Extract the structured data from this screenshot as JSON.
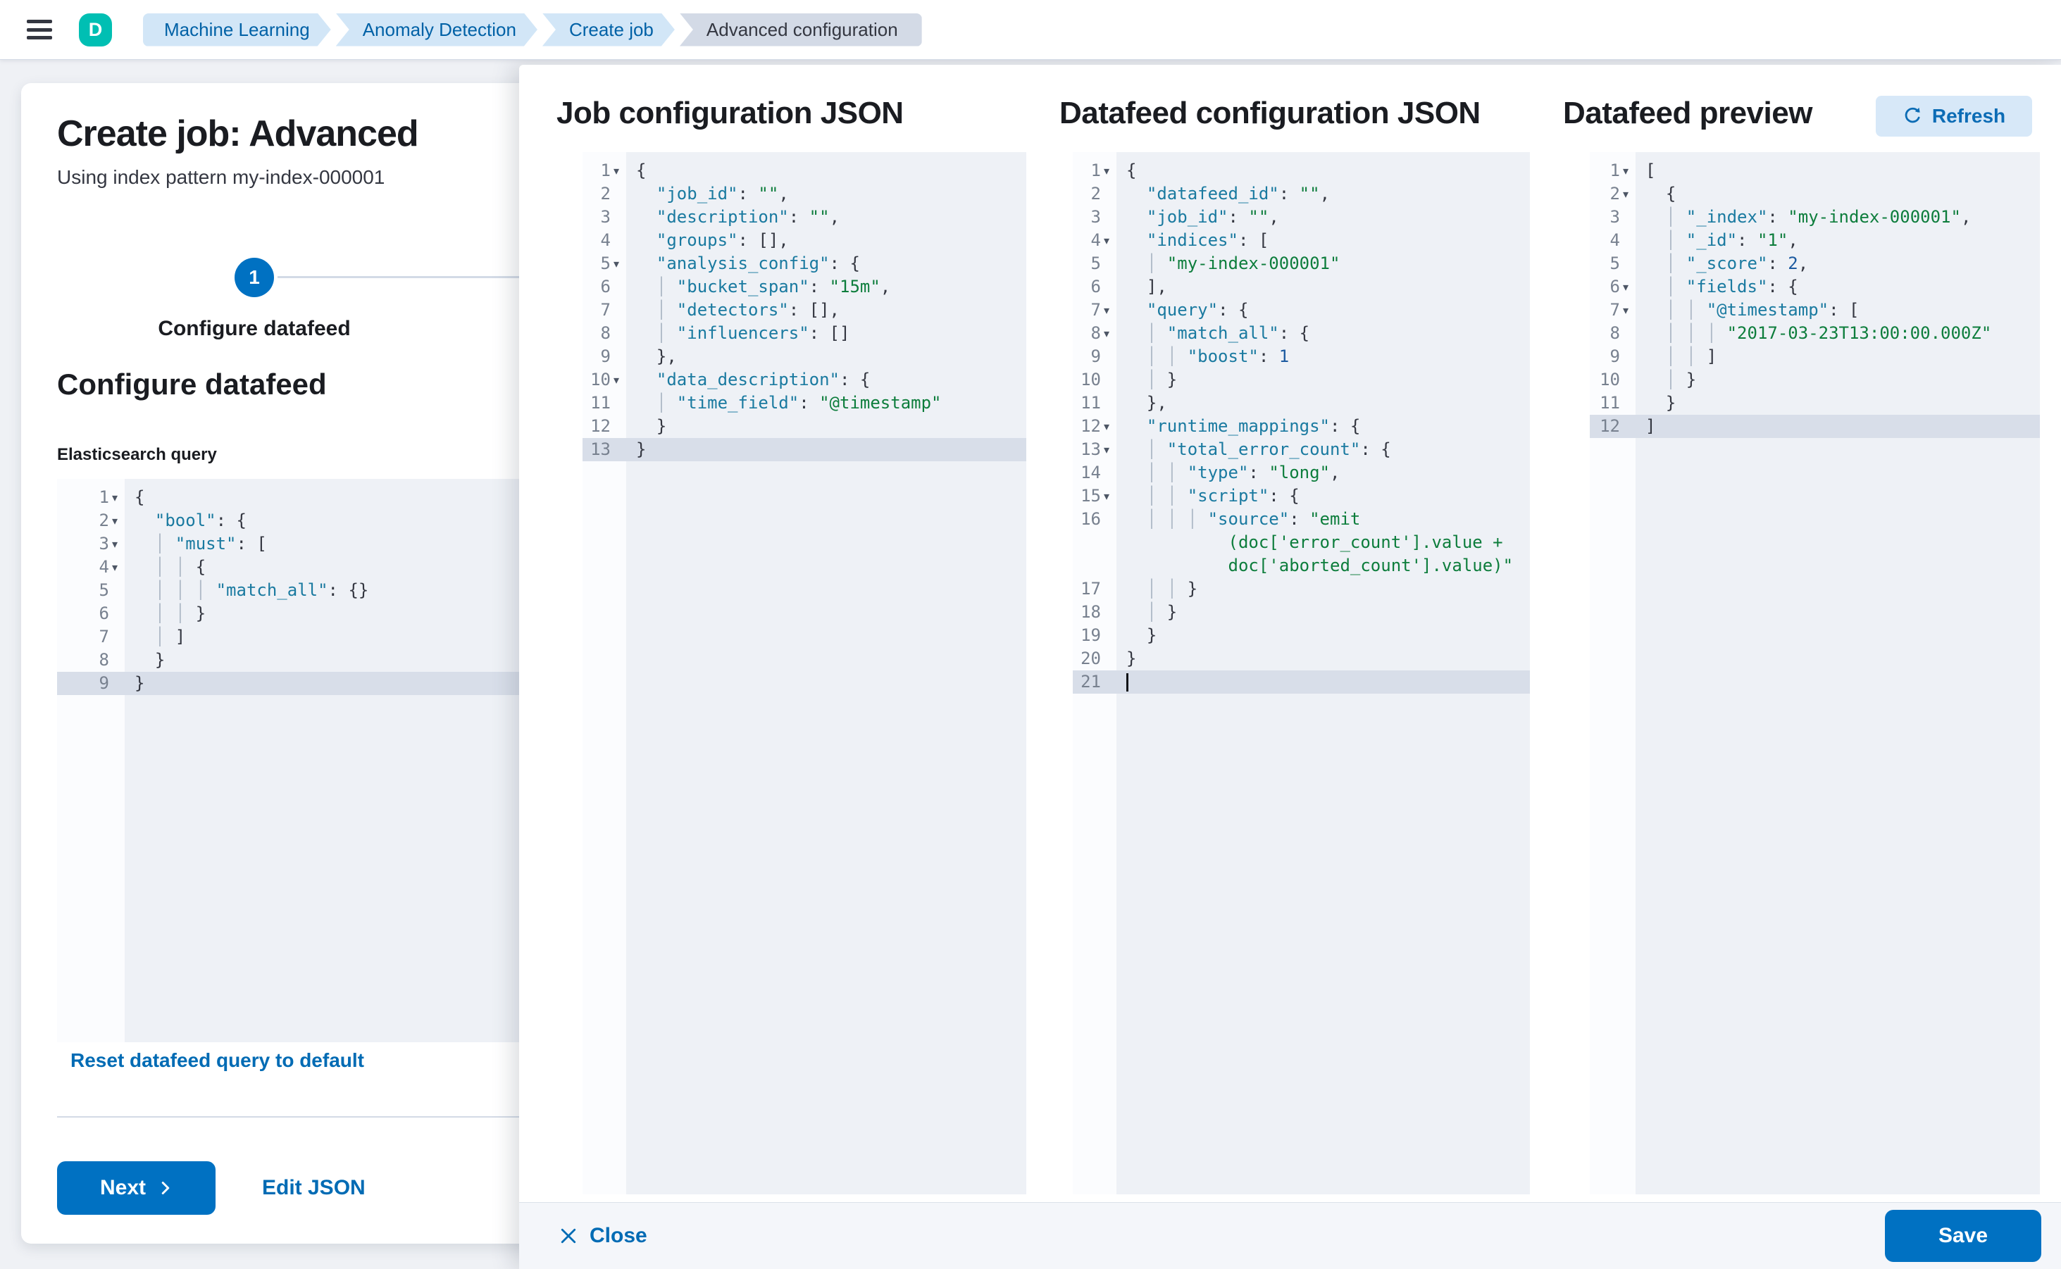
{
  "topbar": {
    "avatar_label": "D",
    "breadcrumbs": [
      {
        "label": "Machine Learning",
        "current": false
      },
      {
        "label": "Anomaly Detection",
        "current": false
      },
      {
        "label": "Create job",
        "current": false
      },
      {
        "label": "Advanced configuration",
        "current": true
      }
    ]
  },
  "wizard": {
    "title": "Create job: Advanced",
    "subtitle": "Using index pattern my-index-000001",
    "step_number": "1",
    "step_label": "Configure datafeed",
    "section_heading": "Configure datafeed",
    "query_label": "Elasticsearch query",
    "reset_link": "Reset datafeed query to default",
    "next_label": "Next",
    "edit_json_label": "Edit JSON"
  },
  "flyout": {
    "job_title": "Job configuration JSON",
    "datafeed_title": "Datafeed configuration JSON",
    "preview_title": "Datafeed preview",
    "refresh_label": "Refresh",
    "close_label": "Close",
    "save_label": "Save"
  },
  "icons": {
    "menu": "hamburger-icon",
    "refresh": "circular-arrow-icon",
    "next": "chevron-right-icon",
    "close": "x-icon",
    "fold": "caret-down-icon"
  },
  "colors": {
    "accent": "#0071c2",
    "link": "#006bb4",
    "avatar_bg": "#00bfb3",
    "breadcrumb_bg": "#d2e6f7",
    "breadcrumb_current_bg": "#d3dae6",
    "editor_bg": "#eef1f6",
    "editor_gutter_bg": "#fbfcfe",
    "active_line": "#d8dee9",
    "code_key": "#1a7aa0",
    "code_string": "#0d7d3c",
    "code_number": "#1c5aa0",
    "code_punct": "#343741"
  },
  "editors": {
    "es_query": {
      "gutter": 96,
      "lines": [
        {
          "n": "1",
          "fold": true,
          "seg": [
            [
              "p",
              "{"
            ]
          ]
        },
        {
          "n": "2",
          "fold": true,
          "seg": [
            [
              "g",
              "  "
            ],
            [
              "k",
              "\"bool\""
            ],
            [
              "p",
              ": {"
            ]
          ]
        },
        {
          "n": "3",
          "fold": true,
          "seg": [
            [
              "g",
              "  │ "
            ],
            [
              "k",
              "\"must\""
            ],
            [
              "p",
              ": ["
            ]
          ]
        },
        {
          "n": "4",
          "fold": true,
          "seg": [
            [
              "g",
              "  │ │ "
            ],
            [
              "p",
              "{"
            ]
          ]
        },
        {
          "n": "5",
          "seg": [
            [
              "g",
              "  │ │ │ "
            ],
            [
              "k",
              "\"match_all\""
            ],
            [
              "p",
              ": {}"
            ]
          ]
        },
        {
          "n": "6",
          "seg": [
            [
              "g",
              "  │ │ "
            ],
            [
              "p",
              "}"
            ]
          ]
        },
        {
          "n": "7",
          "seg": [
            [
              "g",
              "  │ "
            ],
            [
              "p",
              "]"
            ]
          ]
        },
        {
          "n": "8",
          "seg": [
            [
              "g",
              "  "
            ],
            [
              "p",
              "}"
            ]
          ]
        },
        {
          "n": "9",
          "active": true,
          "seg": [
            [
              "p",
              "}"
            ]
          ]
        }
      ]
    },
    "job_json": {
      "gutter": 62,
      "lines": [
        {
          "n": "1",
          "fold": true,
          "seg": [
            [
              "p",
              "{"
            ]
          ]
        },
        {
          "n": "2",
          "seg": [
            [
              "g",
              "  "
            ],
            [
              "k",
              "\"job_id\""
            ],
            [
              "p",
              ": "
            ],
            [
              "s",
              "\"\""
            ],
            [
              "p",
              ","
            ]
          ]
        },
        {
          "n": "3",
          "seg": [
            [
              "g",
              "  "
            ],
            [
              "k",
              "\"description\""
            ],
            [
              "p",
              ": "
            ],
            [
              "s",
              "\"\""
            ],
            [
              "p",
              ","
            ]
          ]
        },
        {
          "n": "4",
          "seg": [
            [
              "g",
              "  "
            ],
            [
              "k",
              "\"groups\""
            ],
            [
              "p",
              ": [],"
            ]
          ]
        },
        {
          "n": "5",
          "fold": true,
          "seg": [
            [
              "g",
              "  "
            ],
            [
              "k",
              "\"analysis_config\""
            ],
            [
              "p",
              ": {"
            ]
          ]
        },
        {
          "n": "6",
          "seg": [
            [
              "g",
              "  │ "
            ],
            [
              "k",
              "\"bucket_span\""
            ],
            [
              "p",
              ": "
            ],
            [
              "s",
              "\"15m\""
            ],
            [
              "p",
              ","
            ]
          ]
        },
        {
          "n": "7",
          "seg": [
            [
              "g",
              "  │ "
            ],
            [
              "k",
              "\"detectors\""
            ],
            [
              "p",
              ": [],"
            ]
          ]
        },
        {
          "n": "8",
          "seg": [
            [
              "g",
              "  │ "
            ],
            [
              "k",
              "\"influencers\""
            ],
            [
              "p",
              ": []"
            ]
          ]
        },
        {
          "n": "9",
          "seg": [
            [
              "g",
              "  "
            ],
            [
              "p",
              "},"
            ]
          ]
        },
        {
          "n": "10",
          "fold": true,
          "seg": [
            [
              "g",
              "  "
            ],
            [
              "k",
              "\"data_description\""
            ],
            [
              "p",
              ": {"
            ]
          ]
        },
        {
          "n": "11",
          "seg": [
            [
              "g",
              "  │ "
            ],
            [
              "k",
              "\"time_field\""
            ],
            [
              "p",
              ": "
            ],
            [
              "s",
              "\"@timestamp\""
            ]
          ]
        },
        {
          "n": "12",
          "seg": [
            [
              "g",
              "  "
            ],
            [
              "p",
              "}"
            ]
          ]
        },
        {
          "n": "13",
          "active": true,
          "seg": [
            [
              "p",
              "}"
            ]
          ]
        }
      ]
    },
    "datafeed_json": {
      "gutter": 62,
      "lines": [
        {
          "n": "1",
          "fold": true,
          "seg": [
            [
              "p",
              "{"
            ]
          ]
        },
        {
          "n": "2",
          "seg": [
            [
              "g",
              "  "
            ],
            [
              "k",
              "\"datafeed_id\""
            ],
            [
              "p",
              ": "
            ],
            [
              "s",
              "\"\""
            ],
            [
              "p",
              ","
            ]
          ]
        },
        {
          "n": "3",
          "seg": [
            [
              "g",
              "  "
            ],
            [
              "k",
              "\"job_id\""
            ],
            [
              "p",
              ": "
            ],
            [
              "s",
              "\"\""
            ],
            [
              "p",
              ","
            ]
          ]
        },
        {
          "n": "4",
          "fold": true,
          "seg": [
            [
              "g",
              "  "
            ],
            [
              "k",
              "\"indices\""
            ],
            [
              "p",
              ": ["
            ]
          ]
        },
        {
          "n": "5",
          "seg": [
            [
              "g",
              "  │ "
            ],
            [
              "s",
              "\"my-index-000001\""
            ]
          ]
        },
        {
          "n": "6",
          "seg": [
            [
              "g",
              "  "
            ],
            [
              "p",
              "],"
            ]
          ]
        },
        {
          "n": "7",
          "fold": true,
          "seg": [
            [
              "g",
              "  "
            ],
            [
              "k",
              "\"query\""
            ],
            [
              "p",
              ": {"
            ]
          ]
        },
        {
          "n": "8",
          "fold": true,
          "seg": [
            [
              "g",
              "  │ "
            ],
            [
              "k",
              "\"match_all\""
            ],
            [
              "p",
              ": {"
            ]
          ]
        },
        {
          "n": "9",
          "seg": [
            [
              "g",
              "  │ │ "
            ],
            [
              "k",
              "\"boost\""
            ],
            [
              "p",
              ": "
            ],
            [
              "n2",
              "1"
            ]
          ]
        },
        {
          "n": "10",
          "seg": [
            [
              "g",
              "  │ "
            ],
            [
              "p",
              "}"
            ]
          ]
        },
        {
          "n": "11",
          "seg": [
            [
              "g",
              "  "
            ],
            [
              "p",
              "},"
            ]
          ]
        },
        {
          "n": "12",
          "fold": true,
          "seg": [
            [
              "g",
              "  "
            ],
            [
              "k",
              "\"runtime_mappings\""
            ],
            [
              "p",
              ": {"
            ]
          ]
        },
        {
          "n": "13",
          "fold": true,
          "seg": [
            [
              "g",
              "  │ "
            ],
            [
              "k",
              "\"total_error_count\""
            ],
            [
              "p",
              ": {"
            ]
          ]
        },
        {
          "n": "14",
          "seg": [
            [
              "g",
              "  │ │ "
            ],
            [
              "k",
              "\"type\""
            ],
            [
              "p",
              ": "
            ],
            [
              "s",
              "\"long\""
            ],
            [
              "p",
              ","
            ]
          ]
        },
        {
          "n": "15",
          "fold": true,
          "seg": [
            [
              "g",
              "  │ │ "
            ],
            [
              "k",
              "\"script\""
            ],
            [
              "p",
              ": {"
            ]
          ]
        },
        {
          "n": "16",
          "seg": [
            [
              "g",
              "  │ │ │ "
            ],
            [
              "k",
              "\"source\""
            ],
            [
              "p",
              ": "
            ],
            [
              "s",
              "\"emit"
            ]
          ],
          "wraps": [
            [
              [
                "g",
                "          "
              ],
              [
                "s",
                "(doc['error_count'].value +"
              ]
            ],
            [
              [
                "g",
                "          "
              ],
              [
                "s",
                "doc['aborted_count'].value)\""
              ]
            ]
          ]
        },
        {
          "n": "17",
          "seg": [
            [
              "g",
              "  │ │ "
            ],
            [
              "p",
              "}"
            ]
          ]
        },
        {
          "n": "18",
          "seg": [
            [
              "g",
              "  │ "
            ],
            [
              "p",
              "}"
            ]
          ]
        },
        {
          "n": "19",
          "seg": [
            [
              "g",
              "  "
            ],
            [
              "p",
              "}"
            ]
          ]
        },
        {
          "n": "20",
          "seg": [
            [
              "p",
              "}"
            ]
          ]
        },
        {
          "n": "21",
          "active": true,
          "cur": true,
          "seg": []
        }
      ]
    },
    "preview_json": {
      "gutter": 65,
      "lines": [
        {
          "n": "1",
          "fold": true,
          "seg": [
            [
              "p",
              "["
            ]
          ]
        },
        {
          "n": "2",
          "fold": true,
          "seg": [
            [
              "g",
              "  "
            ],
            [
              "p",
              "{"
            ]
          ]
        },
        {
          "n": "3",
          "seg": [
            [
              "g",
              "  │ "
            ],
            [
              "k",
              "\"_index\""
            ],
            [
              "p",
              ": "
            ],
            [
              "s",
              "\"my-index-000001\""
            ],
            [
              "p",
              ","
            ]
          ]
        },
        {
          "n": "4",
          "seg": [
            [
              "g",
              "  │ "
            ],
            [
              "k",
              "\"_id\""
            ],
            [
              "p",
              ": "
            ],
            [
              "s",
              "\"1\""
            ],
            [
              "p",
              ","
            ]
          ]
        },
        {
          "n": "5",
          "seg": [
            [
              "g",
              "  │ "
            ],
            [
              "k",
              "\"_score\""
            ],
            [
              "p",
              ": "
            ],
            [
              "n2",
              "2"
            ],
            [
              "p",
              ","
            ]
          ]
        },
        {
          "n": "6",
          "fold": true,
          "seg": [
            [
              "g",
              "  │ "
            ],
            [
              "k",
              "\"fields\""
            ],
            [
              "p",
              ": {"
            ]
          ]
        },
        {
          "n": "7",
          "fold": true,
          "seg": [
            [
              "g",
              "  │ │ "
            ],
            [
              "k",
              "\"@timestamp\""
            ],
            [
              "p",
              ": ["
            ]
          ]
        },
        {
          "n": "8",
          "seg": [
            [
              "g",
              "  │ │ │ "
            ],
            [
              "s",
              "\"2017-03-23T13:00:00.000Z\""
            ]
          ]
        },
        {
          "n": "9",
          "seg": [
            [
              "g",
              "  │ │ "
            ],
            [
              "p",
              "]"
            ]
          ]
        },
        {
          "n": "10",
          "seg": [
            [
              "g",
              "  │ "
            ],
            [
              "p",
              "}"
            ]
          ]
        },
        {
          "n": "11",
          "seg": [
            [
              "g",
              "  "
            ],
            [
              "p",
              "}"
            ]
          ]
        },
        {
          "n": "12",
          "active": true,
          "seg": [
            [
              "p",
              "]"
            ]
          ]
        }
      ]
    }
  }
}
